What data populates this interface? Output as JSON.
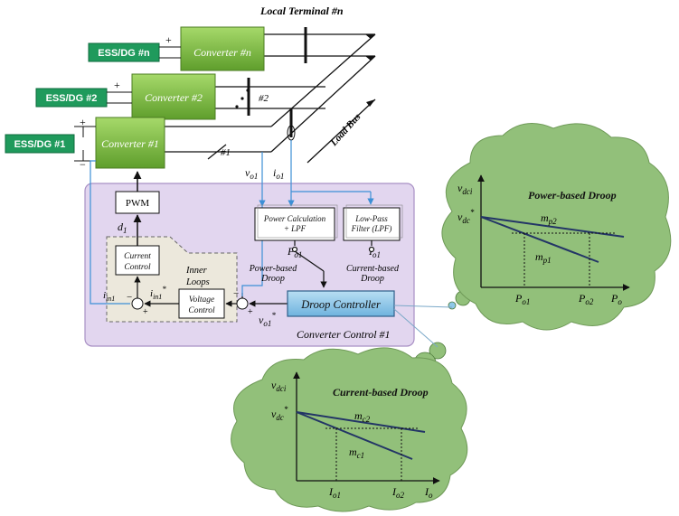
{
  "terminal": {
    "local_terminal": "Local Terminal #n",
    "load_bus": "Load Bus",
    "num2": "#2",
    "num1": "#1"
  },
  "units": [
    {
      "tag": "ESS/DG #n",
      "converter": "Converter #n"
    },
    {
      "tag": "ESS/DG #2",
      "converter": "Converter #2"
    },
    {
      "tag": "ESS/DG #1",
      "converter": "Converter #1"
    }
  ],
  "polarity": {
    "plus": "+",
    "minus": "−"
  },
  "control": {
    "title": "Converter Control #1",
    "pwm": "PWM",
    "d1": "d",
    "d1_sub": "1",
    "current_control_l1": "Current",
    "current_control_l2": "Control",
    "voltage_control_l1": "Voltage",
    "voltage_control_l2": "Control",
    "inner_loops_l1": "Inner",
    "inner_loops_l2": "Loops",
    "power_calc_l1": "Power Calculation",
    "power_calc_l2": "+ LPF",
    "lpf_l1": "Low-Pass",
    "lpf_l2": "Filter (LPF)",
    "po1": "P",
    "po1_sub": "o1",
    "io1": "I",
    "io1_sub": "o1",
    "power_based_l1": "Power-based",
    "power_based_l2": "Droop",
    "current_based_l1": "Current-based",
    "current_based_l2": "Droop",
    "droop_controller": "Droop Controller",
    "vo1": "v",
    "vo1_sub": "o1",
    "io1_meas": "i",
    "io1_meas_sub": "o1",
    "iin1": "i",
    "iin1_sub": "in1",
    "star": "*",
    "minus": "−",
    "plus": "+"
  },
  "power_droop": {
    "title": "Power-based Droop",
    "ylabel": "v",
    "ylabel_sub": "dci",
    "vdc": "v",
    "vdc_sub": "dc",
    "m_p2": "m",
    "m_p2_sub": "p2",
    "m_p1": "m",
    "m_p1_sub": "p1",
    "x1": "P",
    "x1_sub": "o1",
    "x2": "P",
    "x2_sub": "o2",
    "xaxis": "P",
    "xaxis_sub": "o"
  },
  "current_droop": {
    "title": "Current-based Droop",
    "ylabel": "v",
    "ylabel_sub": "dci",
    "vdc": "v",
    "vdc_sub": "dc",
    "m_c2": "m",
    "m_c2_sub": "c2",
    "m_c1": "m",
    "m_c1_sub": "c1",
    "x1": "I",
    "x1_sub": "o1",
    "x2": "I",
    "x2_sub": "o2",
    "xaxis": "I",
    "xaxis_sub": "o"
  },
  "colors": {
    "tag_green": "#1f9a5c",
    "converter_green": "#7fbf3f",
    "panel_purple": "#e2d6ef",
    "droop_blue": "#8fc8e8",
    "cloud_green": "#92c07a",
    "line_navy": "#233566",
    "signal_blue": "#3c8fd6"
  }
}
